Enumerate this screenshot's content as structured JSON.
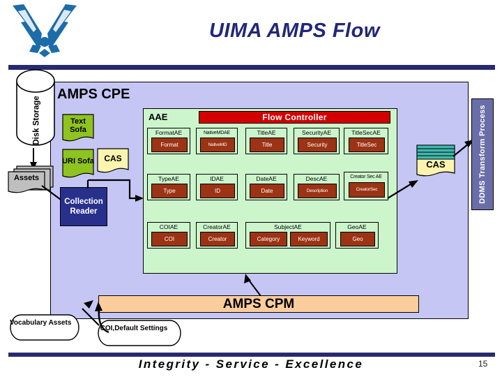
{
  "header": {
    "logo_name": "us-air-force-logo",
    "title": "UIMA AMPS Flow"
  },
  "footer": {
    "motto": "Integrity - Service - Excellence",
    "page_number": "15"
  },
  "cpe": {
    "title": "AMPS CPE"
  },
  "left_column": {
    "disk_storage": "Disk Storage",
    "assets": "Assets",
    "text_sofa": "Text Sofa",
    "uri_sofa": "URI Sofa",
    "cas": "CAS",
    "collection_reader": "Collection Reader"
  },
  "aae": {
    "label": "AAE",
    "flow_controller": "Flow Controller",
    "rows": [
      [
        {
          "title": "FormatAE",
          "anno": "Format"
        },
        {
          "title": "NativeMDAE",
          "anno": "NativeMD"
        },
        {
          "title": "TitleAE",
          "anno": "Title"
        },
        {
          "title": "SecurityAE",
          "anno": "Security"
        },
        {
          "title": "TitleSecAE",
          "anno": "TitleSec"
        }
      ],
      [
        {
          "title": "TypeAE",
          "anno": "Type"
        },
        {
          "title": "IDAE",
          "anno": "ID"
        },
        {
          "title": "DateAE",
          "anno": "Date"
        },
        {
          "title": "DescAE",
          "anno": "Description"
        },
        {
          "title": "Creator Sec AE",
          "anno": "CreatorSec"
        }
      ],
      [
        {
          "title": "COIAE",
          "anno": "COI"
        },
        {
          "title": "CreatorAE",
          "anno": "Creator"
        },
        {
          "title": "SubjectAE",
          "anno": "Category",
          "anno2": "Keyword"
        },
        {
          "title": "GeoAE",
          "anno": "Geo"
        }
      ]
    ]
  },
  "right_column": {
    "cas_out": "CAS",
    "ddms": "DDMS Transform Process"
  },
  "cpm": {
    "title": "AMPS CPM"
  },
  "bottom": {
    "vocabulary_assets": "Vocabulary Assets",
    "coi_default_settings": "COI,Default Settings"
  },
  "colors": {
    "navy_rule": "#272a6e",
    "title_blue": "#21277a",
    "cpe_bg": "#c6c6f5",
    "aae_bg": "#ccf5cc",
    "flow_controller_red": "#d40000",
    "annotator_brown": "#9c3314",
    "sofa_green": "#8fc31f",
    "cas_yellow": "#fbf4ae",
    "collection_reader_navy": "#28308c",
    "ddms_purple": "#6a6ea8",
    "cpm_orange": "#fbcc9c",
    "cas_stripe_teal": "#3fb9ae"
  }
}
